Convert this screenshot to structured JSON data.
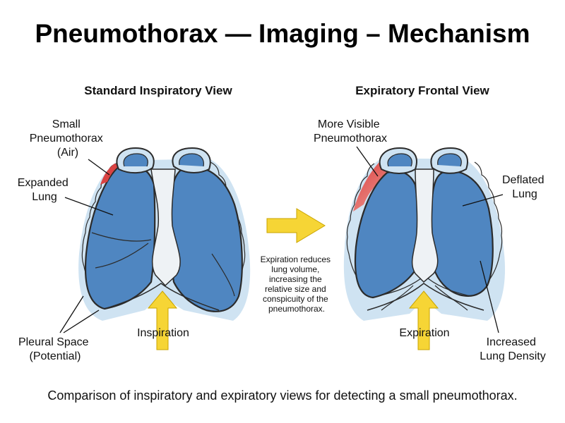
{
  "title": "Pneumothorax — Imaging – Mechanism",
  "left_panel": {
    "heading": "Standard Inspiratory View",
    "labels": {
      "small_pneumothorax": [
        "Small",
        "Pneumothorax",
        "(Air)"
      ],
      "expanded_lung": [
        "Expanded",
        "Lung"
      ],
      "pleural_space": [
        "Pleural Space",
        "(Potential)"
      ]
    },
    "arrow_label": "Inspiration"
  },
  "right_panel": {
    "heading": "Expiratory Frontal View",
    "labels": {
      "more_visible": [
        "More Visible",
        "Pneumothorax"
      ],
      "deflated_lung": [
        "Deflated",
        "Lung"
      ],
      "increased_density": [
        "Increased",
        "Lung Density"
      ]
    },
    "arrow_label": "Expiration"
  },
  "explanation": [
    "Expiration reduces",
    "lung volume,",
    "increasing the",
    "relative size and",
    "conspicuity of the",
    "pneumothorax."
  ],
  "caption": "Comparison of inspiratory and expiratory views for detecting a small pneumothorax.",
  "colors": {
    "lung_fill": "#4f86c1",
    "pleural_fill": "#cfe3f2",
    "bone_fill": "#eef2f5",
    "air_fill": "#e05a5a",
    "arrow_fill": "#f6d535"
  }
}
